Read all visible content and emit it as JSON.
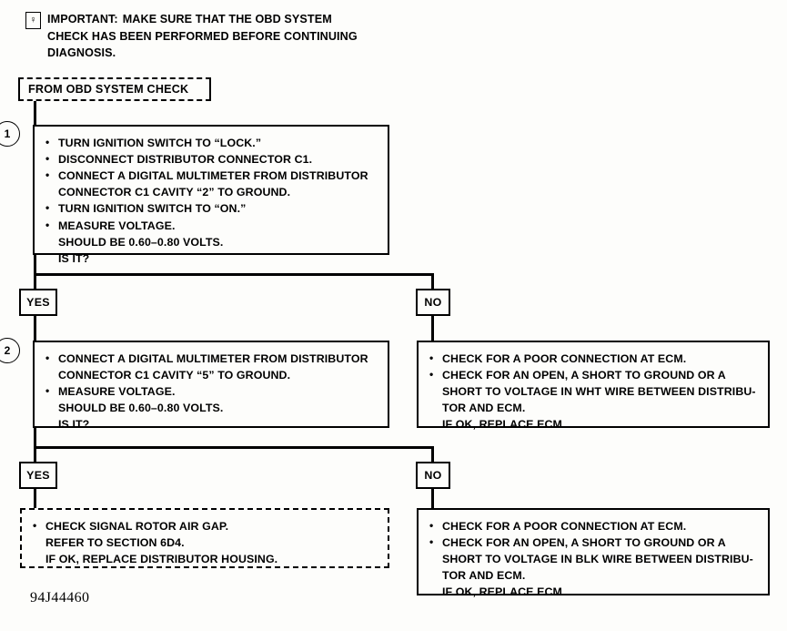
{
  "document": {
    "footer_code": "94J44460",
    "colors": {
      "ink": "#000000",
      "paper": "#fdfdfb"
    }
  },
  "note": {
    "icon": "important-notice-icon",
    "icon_glyph": "♀",
    "lead": "IMPORTANT:",
    "line1": "MAKE SURE THAT THE OBD SYSTEM",
    "line2": "CHECK HAS BEEN PERFORMED BEFORE CONTINUING",
    "line3": "DIAGNOSIS."
  },
  "entry": {
    "label": "FROM OBD SYSTEM CHECK"
  },
  "steps": [
    {
      "number": "1",
      "lines": [
        {
          "bullet": true,
          "text": "TURN IGNITION SWITCH TO “LOCK.”"
        },
        {
          "bullet": true,
          "text": "DISCONNECT DISTRIBUTOR CONNECTOR C1."
        },
        {
          "bullet": true,
          "text": "CONNECT A DIGITAL MULTIMETER FROM DISTRIBUTOR"
        },
        {
          "bullet": false,
          "text": "CONNECTOR C1 CAVITY “2” TO GROUND."
        },
        {
          "bullet": true,
          "text": "TURN IGNITION SWITCH TO “ON.”"
        },
        {
          "bullet": true,
          "text": "MEASURE VOLTAGE."
        },
        {
          "bullet": false,
          "text": "SHOULD BE 0.60–0.80 VOLTS."
        },
        {
          "bullet": false,
          "text": "IS IT?"
        }
      ]
    },
    {
      "number": "2",
      "lines": [
        {
          "bullet": true,
          "text": "CONNECT A DIGITAL MULTIMETER FROM DISTRIBUTOR"
        },
        {
          "bullet": false,
          "text": "CONNECTOR C1 CAVITY “5” TO GROUND."
        },
        {
          "bullet": true,
          "text": "MEASURE VOLTAGE."
        },
        {
          "bullet": false,
          "text": "SHOULD BE 0.60–0.80 VOLTS."
        },
        {
          "bullet": false,
          "text": "IS IT?"
        }
      ]
    }
  ],
  "decisions": {
    "row1": {
      "yes": "YES",
      "no": "NO"
    },
    "row2": {
      "yes": "YES",
      "no": "NO"
    }
  },
  "outcomes": {
    "no_branch_1": {
      "lines": [
        {
          "bullet": true,
          "text": "CHECK FOR A POOR CONNECTION AT ECM."
        },
        {
          "bullet": true,
          "text": "CHECK FOR AN OPEN, A SHORT TO GROUND OR A"
        },
        {
          "bullet": false,
          "text": "SHORT TO VOLTAGE IN WHT WIRE BETWEEN DISTRIBU-"
        },
        {
          "bullet": false,
          "text": "TOR AND ECM."
        },
        {
          "bullet": false,
          "text": "IF OK, REPLACE ECM."
        }
      ]
    },
    "yes_final": {
      "lines": [
        {
          "bullet": true,
          "text": "CHECK SIGNAL ROTOR AIR GAP."
        },
        {
          "bullet": false,
          "text": "REFER TO SECTION 6D4."
        },
        {
          "bullet": false,
          "text": "IF OK, REPLACE DISTRIBUTOR HOUSING."
        }
      ]
    },
    "no_branch_2": {
      "lines": [
        {
          "bullet": true,
          "text": "CHECK FOR A POOR CONNECTION AT ECM."
        },
        {
          "bullet": true,
          "text": "CHECK FOR AN OPEN, A SHORT TO GROUND OR A"
        },
        {
          "bullet": false,
          "text": "SHORT TO VOLTAGE IN BLK WIRE BETWEEN DISTRIBU-"
        },
        {
          "bullet": false,
          "text": "TOR AND ECM."
        },
        {
          "bullet": false,
          "text": "IF OK, REPLACE ECM."
        }
      ]
    }
  }
}
